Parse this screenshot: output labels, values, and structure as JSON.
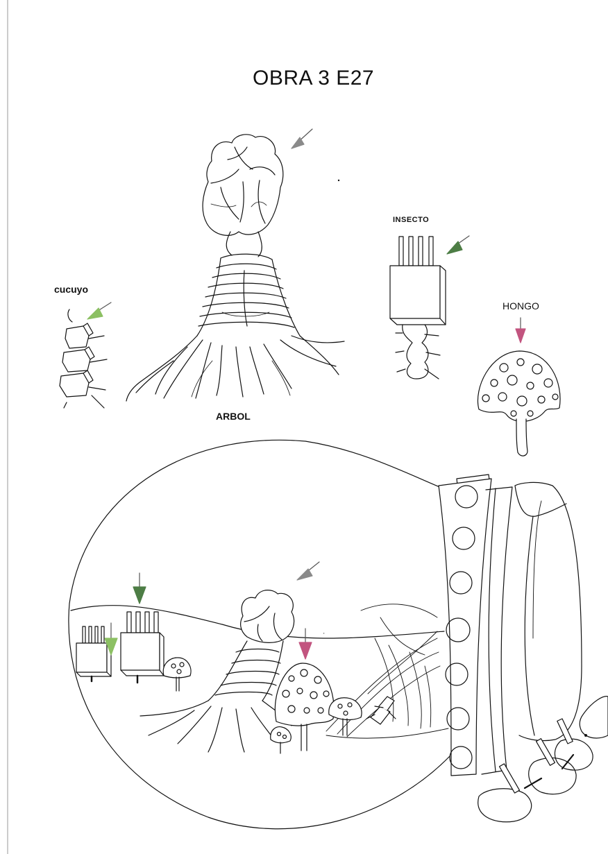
{
  "title": "OBRA 3  E27",
  "labels": {
    "cucuyo": "cucuyo",
    "arbol": "ARBOL",
    "insecto": "INSECTO",
    "hongo": "HONGO"
  },
  "colors": {
    "ink": "#111111",
    "arrow_gray": "#8a8a8a",
    "arrow_green_light": "#8cc063",
    "arrow_green_dark": "#4d7d45",
    "arrow_pink": "#c2547f"
  },
  "icons": [
    "tree-roots-icon",
    "firefly-icon",
    "insect-icon",
    "mushroom-icon",
    "lightbulb-icon",
    "arrow-icon"
  ]
}
